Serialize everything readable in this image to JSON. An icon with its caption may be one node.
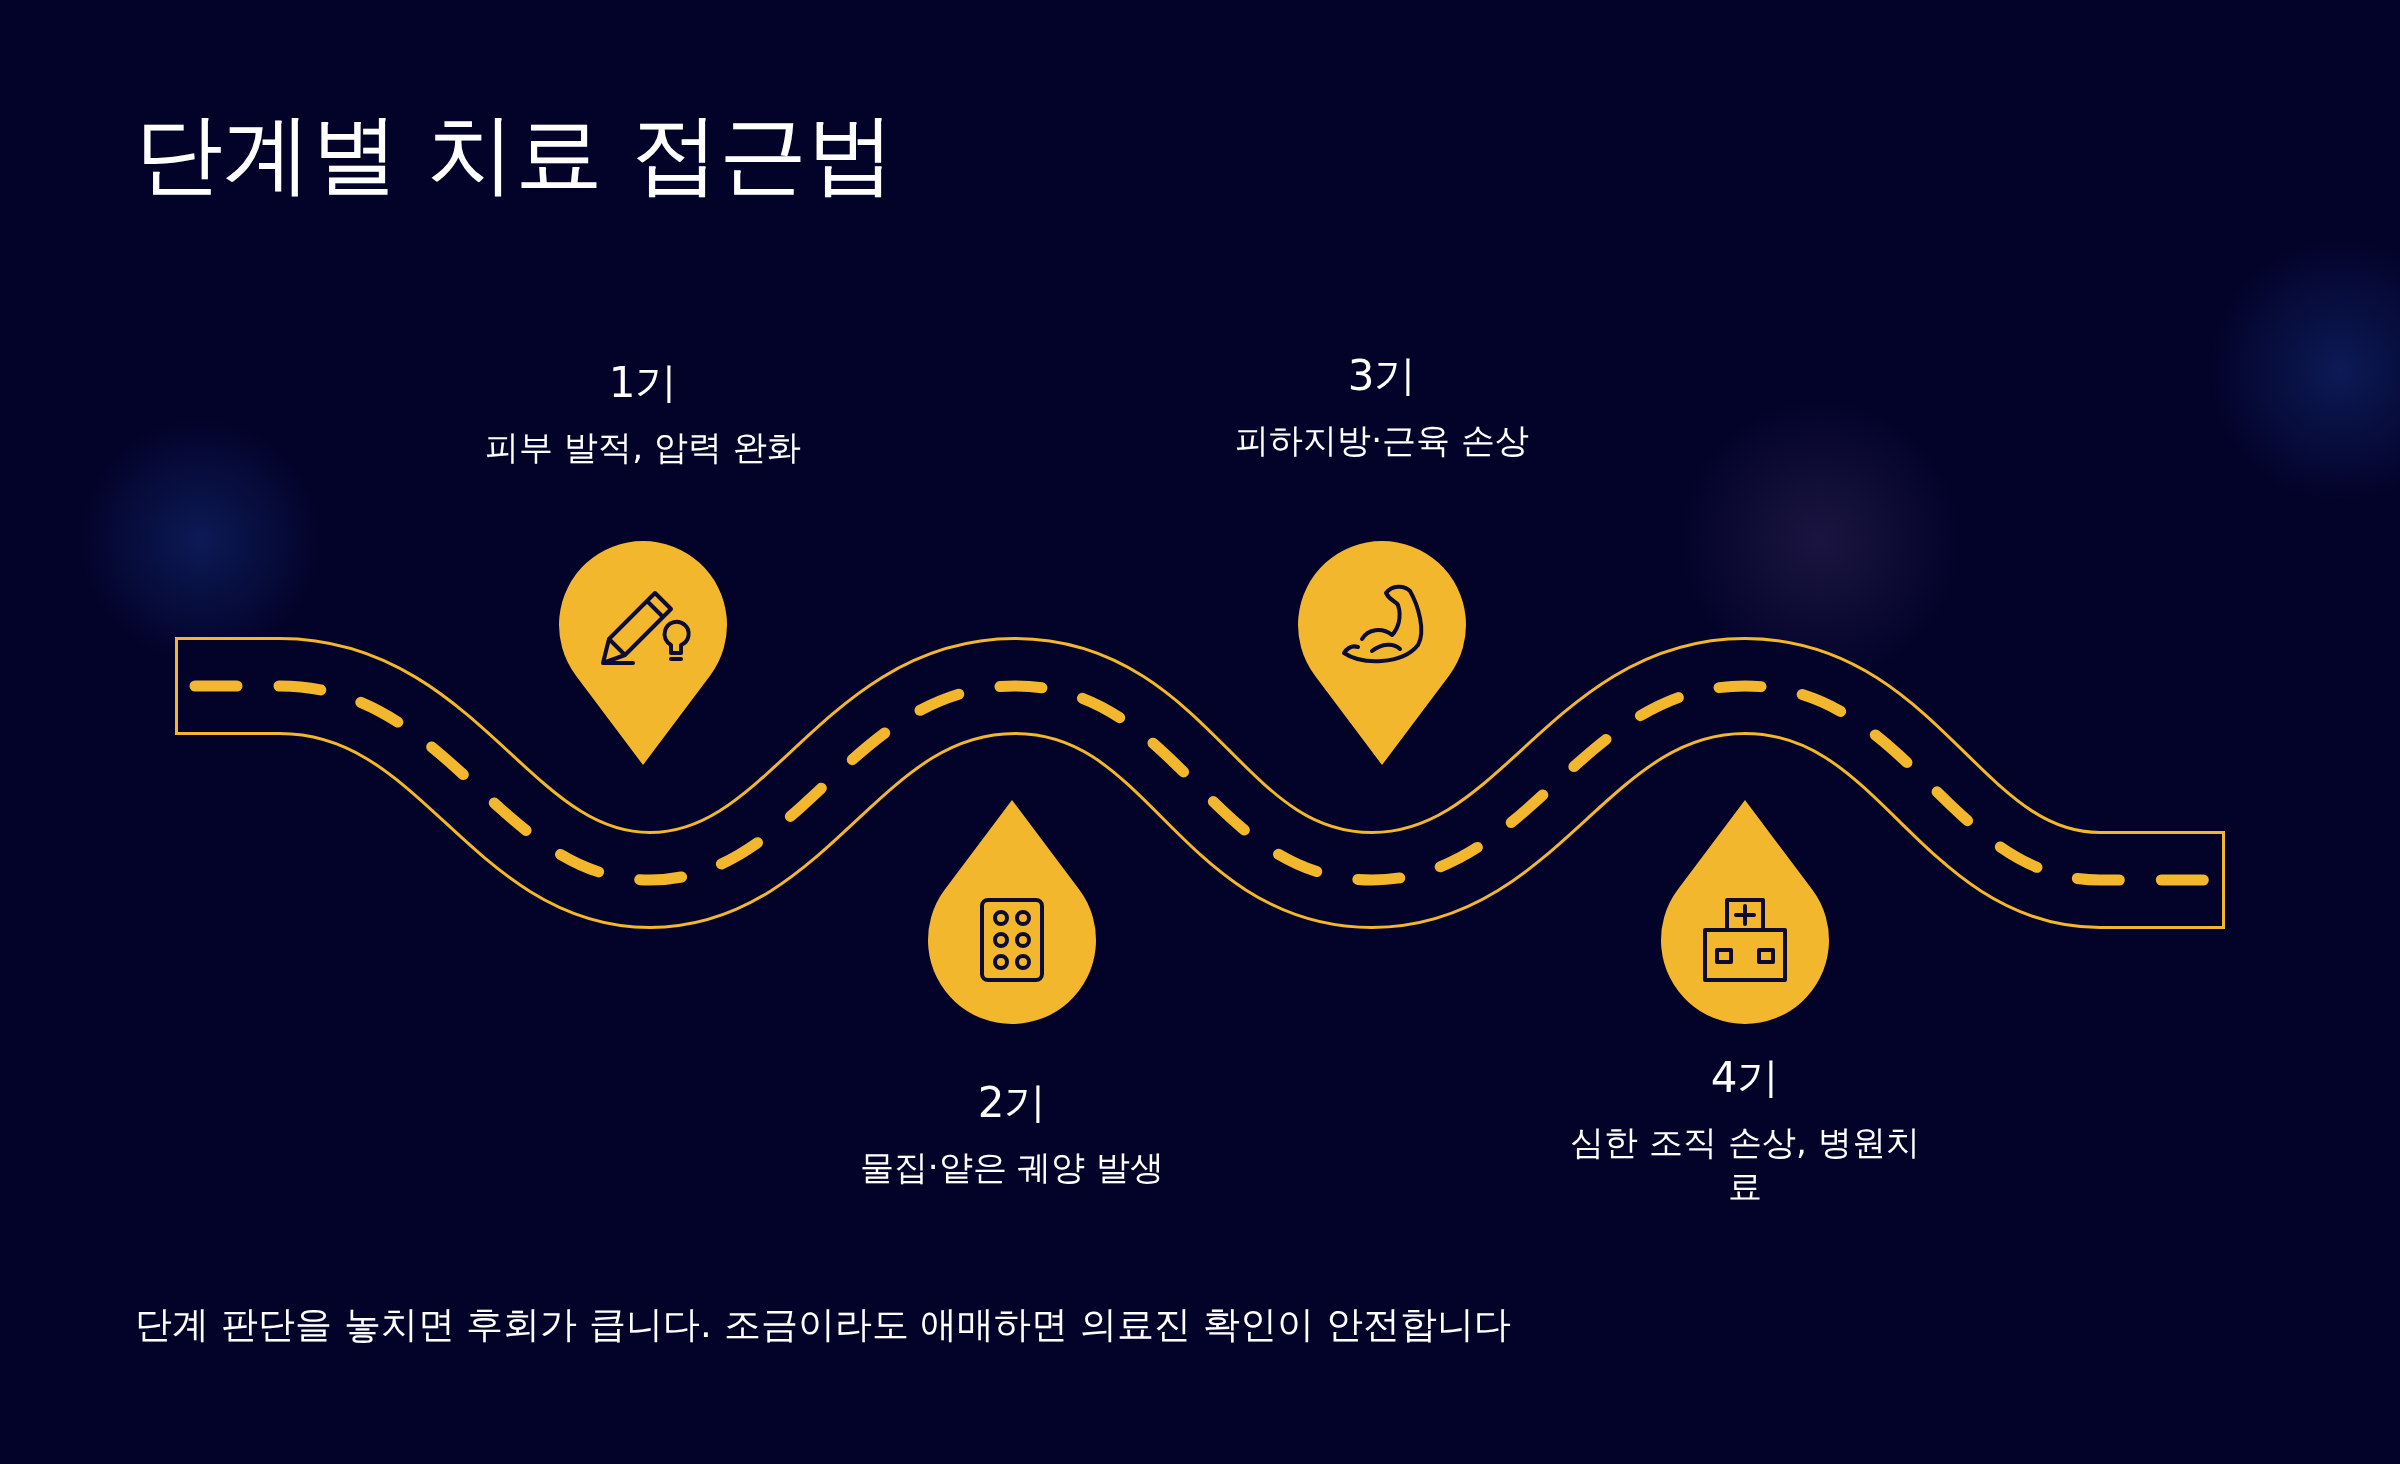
{
  "diagram": {
    "title": "단계별 치료 접근법",
    "caption": "단계 판단을 놓치면 후회가 큽니다. 조금이라도 애매하면 의료진 확인이 안전합니다",
    "nodes": [
      {
        "text": [
          "1기",
          "피부 발적, 압력 완화"
        ]
      },
      {
        "text": [
          "2기",
          "물집·얕은 궤양 발생"
        ]
      },
      {
        "text": [
          "3기",
          "피하지방·근육 손상"
        ]
      },
      {
        "text": [
          "4기",
          "심한 조직 손상, 병원치료"
        ]
      }
    ]
  }
}
